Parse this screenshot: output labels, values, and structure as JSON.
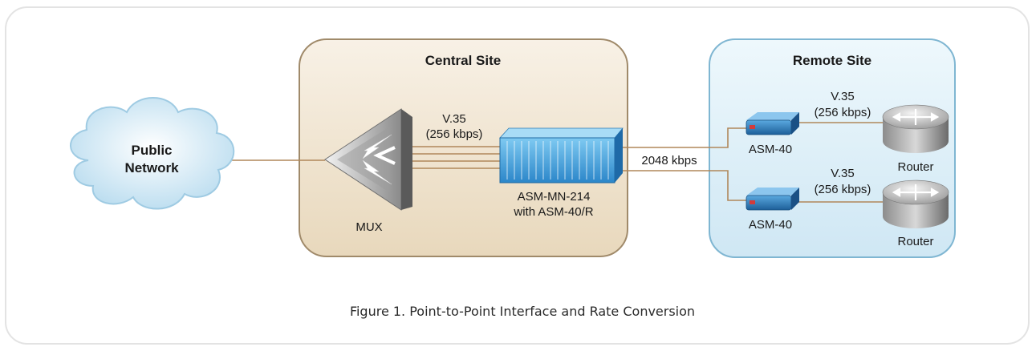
{
  "cloud": {
    "line1": "Public",
    "line2": "Network"
  },
  "central_site": {
    "title": "Central Site",
    "mux_label": "MUX",
    "link_label_1": "V.35",
    "link_label_2": "(256 kbps)",
    "device_label_1": "ASM-MN-214",
    "device_label_2": "with ASM-40/R"
  },
  "trunk_rate": "2048 kbps",
  "remote_site": {
    "title": "Remote Site",
    "top": {
      "link_label_1": "V.35",
      "link_label_2": "(256 kbps)",
      "modem_label": "ASM-40",
      "router_label": "Router"
    },
    "bottom": {
      "link_label_1": "V.35",
      "link_label_2": "(256 kbps)",
      "modem_label": "ASM-40",
      "router_label": "Router"
    }
  },
  "caption": "Figure 1. Point-to-Point Interface and Rate Conversion",
  "colors": {
    "link": "#b0875a",
    "central_fill": "#efe3cf",
    "central_border": "#a08a6a",
    "remote_fill": "#def0f8",
    "remote_border": "#7fb6d2",
    "device_blue": "#2e8fd0",
    "cloud_fill": "#d8ecf7"
  }
}
